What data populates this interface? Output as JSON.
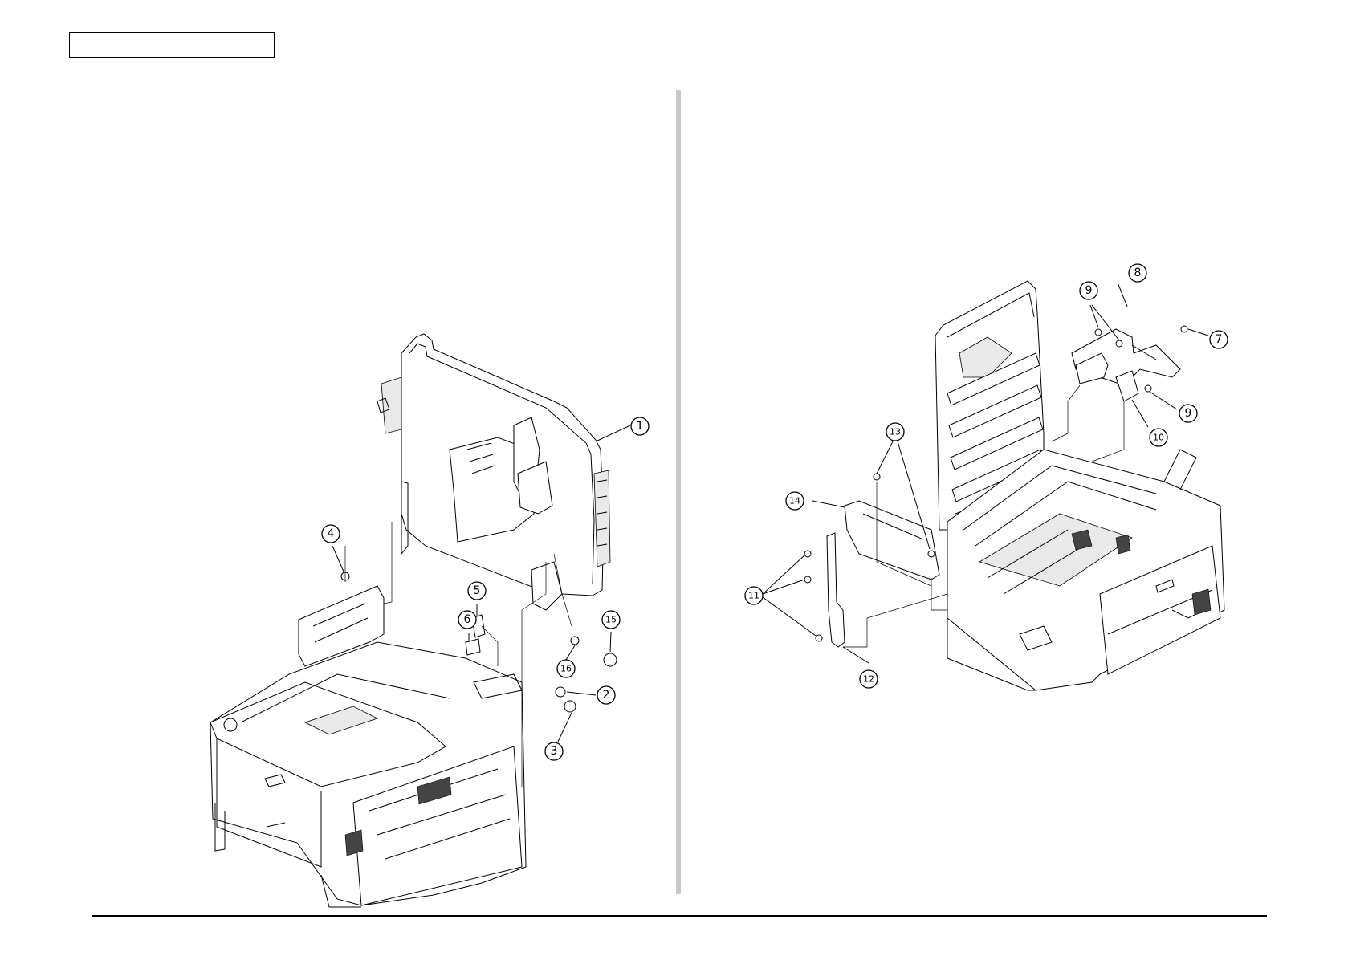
{
  "header": {
    "section_box_text": ""
  },
  "left_view": {
    "callouts": [
      {
        "id": "1",
        "label": "1"
      },
      {
        "id": "2",
        "label": "2"
      },
      {
        "id": "3",
        "label": "3"
      },
      {
        "id": "4",
        "label": "4"
      },
      {
        "id": "5",
        "label": "5"
      },
      {
        "id": "6",
        "label": "6"
      },
      {
        "id": "15",
        "label": "15"
      },
      {
        "id": "16",
        "label": "16"
      }
    ]
  },
  "right_view": {
    "callouts": [
      {
        "id": "7",
        "label": "7"
      },
      {
        "id": "8",
        "label": "8"
      },
      {
        "id": "9a",
        "label": "9"
      },
      {
        "id": "9b",
        "label": "9"
      },
      {
        "id": "10",
        "label": "10"
      },
      {
        "id": "11",
        "label": "11"
      },
      {
        "id": "12",
        "label": "12"
      },
      {
        "id": "13",
        "label": "13"
      },
      {
        "id": "14",
        "label": "14"
      }
    ]
  },
  "colors": {
    "line": "#000000",
    "divider": "#c8c8c8",
    "background": "#ffffff"
  }
}
